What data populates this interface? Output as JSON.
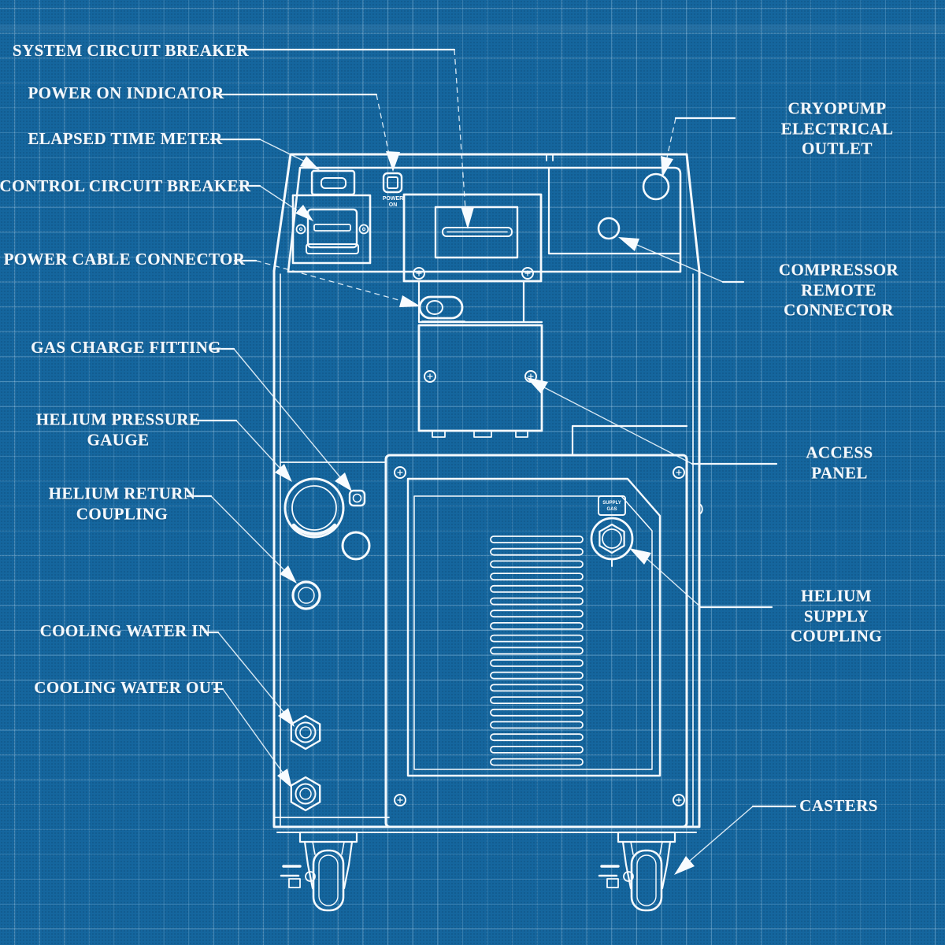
{
  "colors": {
    "background": "#15669e",
    "grid_line": "#d2ebfa",
    "line_ink": "#f6fafd"
  },
  "callouts": {
    "system_circuit_breaker": "SYSTEM CIRCUIT BREAKER",
    "power_on_indicator": "POWER ON INDICATOR",
    "elapsed_time_meter": "ELAPSED TIME METER",
    "control_circuit_breaker": "CONTROL CIRCUIT BREAKER",
    "power_cable_connector": "POWER CABLE CONNECTOR",
    "gas_charge_fitting": "GAS CHARGE FITTING",
    "helium_pressure_gauge": "HELIUM PRESSURE\nGAUGE",
    "helium_return_coupling": "HELIUM RETURN\nCOUPLING",
    "cooling_water_in": "COOLING WATER IN",
    "cooling_water_out": "COOLING WATER OUT",
    "cryopump_electrical_outlet": "CRYOPUMP ELECTRICAL\nOUTLET",
    "compressor_remote_connector": "COMPRESSOR REMOTE\nCONNECTOR",
    "access_panel": "ACCESS PANEL",
    "helium_supply_coupling": "HELIUM SUPPLY\nCOUPLING",
    "casters": "CASTERS"
  },
  "machine_text": {
    "power_on_line1": "POWER",
    "power_on_line2": "ON",
    "supply_gas_line1": "SUPPLY",
    "supply_gas_line2": "GAS"
  }
}
